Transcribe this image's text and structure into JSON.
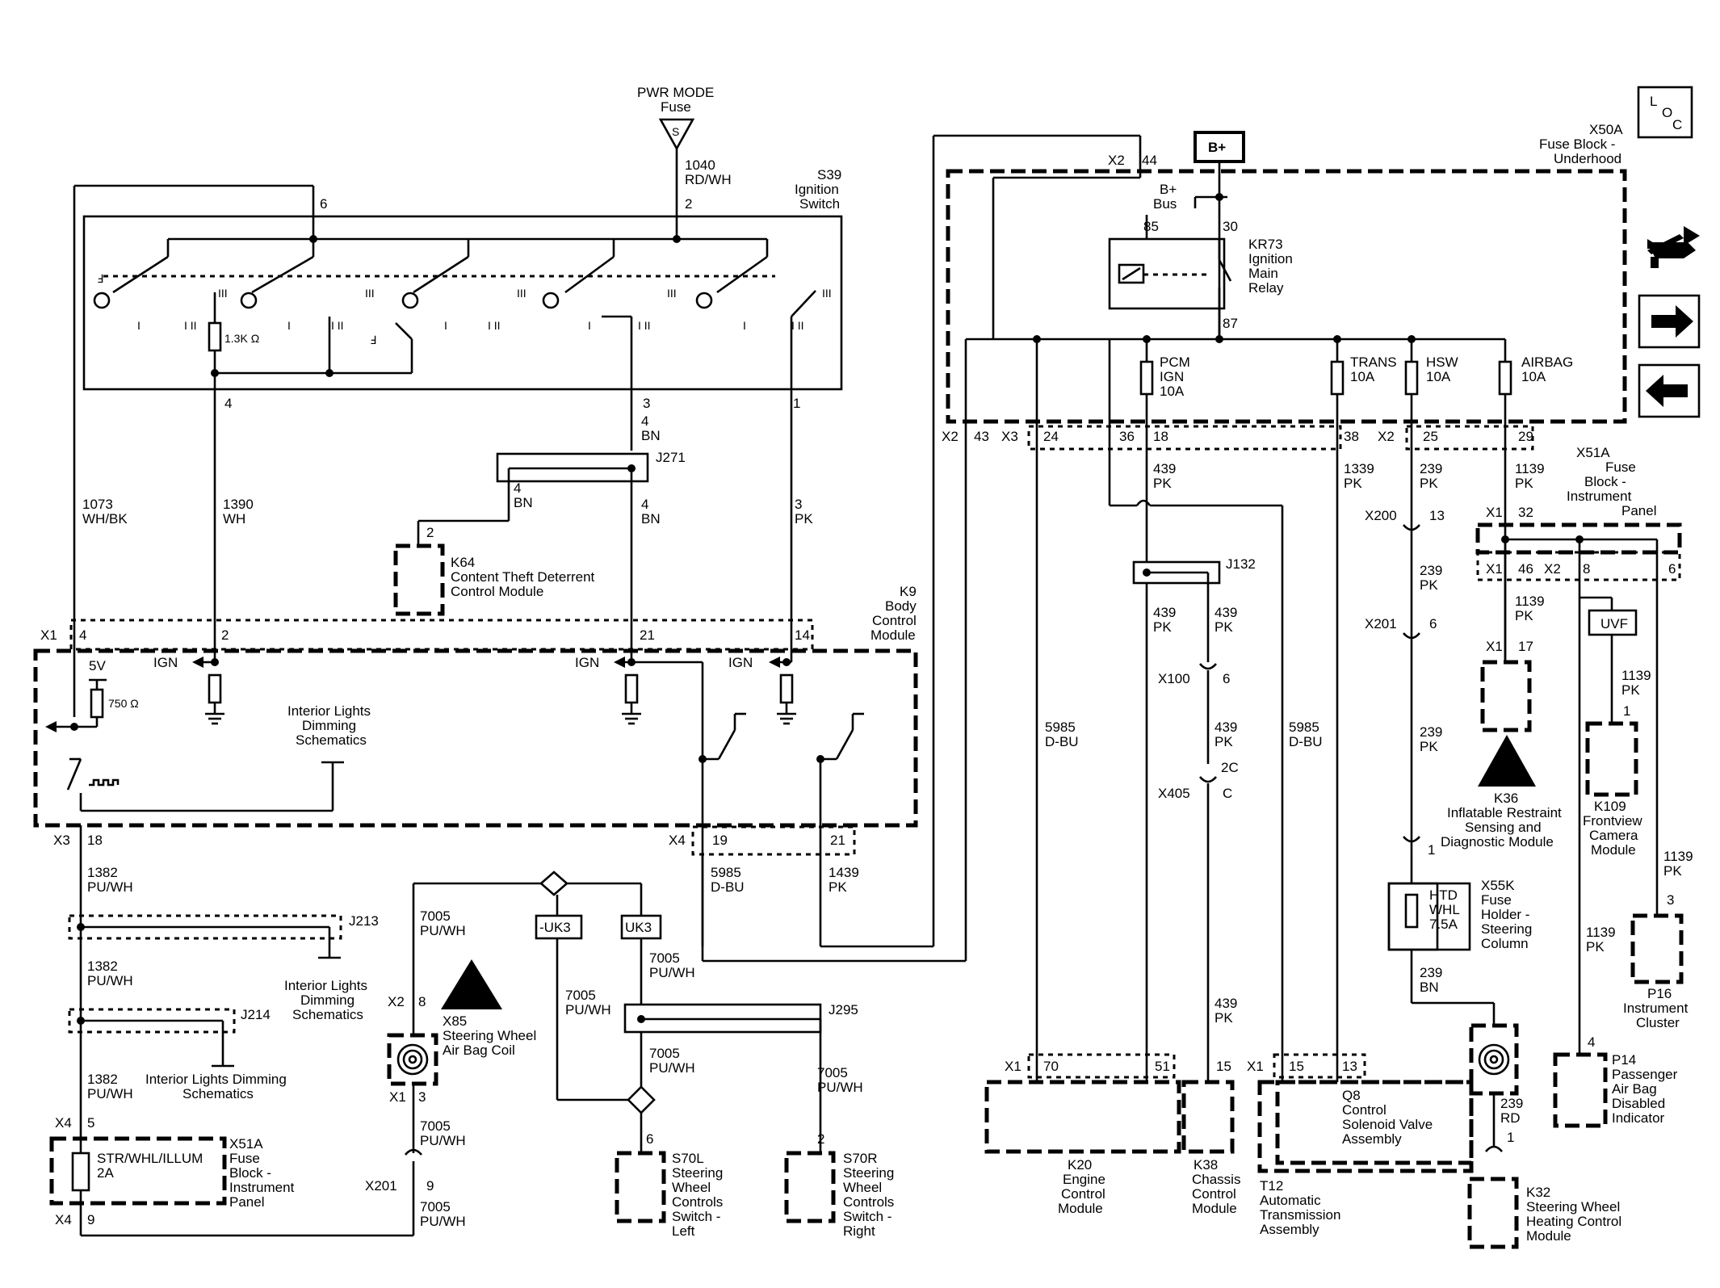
{
  "pwr_mode": {
    "l1": "PWR MODE",
    "l2": "Fuse",
    "sym": "S"
  },
  "s39": {
    "l1": "S39",
    "l2": "Ignition",
    "l3": "Switch",
    "pin6": "6",
    "pin2": "2",
    "pin4": "4",
    "pin3": "3",
    "pin1": "1",
    "res": "1.3K Ω"
  },
  "wires": {
    "w1040a": "1040",
    "w1040b": "RD/WH",
    "w1073a": "1073",
    "w1073b": "WH/BK",
    "w1390a": "1390",
    "w1390b": "WH",
    "w4bn_a": "4",
    "w4bn_b": "BN",
    "w3pk_a": "3",
    "w3pk_b": "PK",
    "w1382a": "1382",
    "w1382b": "PU/WH",
    "w7005a": "7005",
    "w7005b": "PU/WH",
    "w5985a": "5985",
    "w5985b": "D-BU",
    "w1439a": "1439",
    "w1439b": "PK",
    "w439a": "439",
    "w439b": "PK",
    "w1339a": "1339",
    "w1339b": "PK",
    "w239a": "239",
    "w239b": "PK",
    "w1139a": "1139",
    "w1139b": "PK",
    "w239bn_b": "BN",
    "w239rd_b": "RD"
  },
  "j271": "J271",
  "j213": "J213",
  "j214": "J214",
  "j295": "J295",
  "j132": "J132",
  "k64": {
    "l1": "K64",
    "l2": "Content Theft Deterrent",
    "l3": "Control Module",
    "pin": "2"
  },
  "k9": {
    "l1": "K9",
    "l2": "Body",
    "l3": "Control",
    "l4": "Module",
    "x1": "X1",
    "x3": "X3",
    "x4": "X4",
    "p4": "4",
    "p2": "2",
    "p21": "21",
    "p14": "14",
    "p18": "18",
    "p19": "19",
    "p21b": "21",
    "ign": "IGN",
    "v5": "5V",
    "r750": "750 Ω",
    "ild1": "Interior Lights",
    "ild2": "Dimming",
    "ild3": "Schematics"
  },
  "ildim": {
    "a1": "Interior Lights",
    "a2": "Dimming",
    "a3": "Schematics",
    "b1": "Interior Lights Dimming",
    "b2": "Schematics"
  },
  "x85": {
    "l1": "X85",
    "l2": "Steering Wheel",
    "l3": "Air Bag Coil",
    "x2": "X2",
    "p8": "8",
    "x1": "X1",
    "p3": "3"
  },
  "x201": {
    "l": "X201",
    "p": "9"
  },
  "uk3": {
    "neg": "-UK3",
    "pos": "UK3"
  },
  "x51a_low": {
    "l1": "X51A",
    "l2": "Fuse",
    "l3": "Block -",
    "l4": "Instrument",
    "l5": "Panel",
    "fuse1": "STR/WHL/ILLUM",
    "fuse2": "2A",
    "x4": "X4",
    "p5": "5",
    "p9": "9"
  },
  "s70l": {
    "l1": "S70L",
    "l2": "Steering",
    "l3": "Wheel",
    "l4": "Controls",
    "l5": "Switch -",
    "l6": "Left",
    "p": "6"
  },
  "s70r": {
    "l1": "S70R",
    "l2": "Steering",
    "l3": "Wheel",
    "l4": "Controls",
    "l5": "Switch -",
    "l6": "Right",
    "p": "2"
  },
  "x50a": {
    "l1": "X50A",
    "l2": "Fuse Block -",
    "l3": "Underhood",
    "bplus": "B+",
    "bus1": "B+",
    "bus2": "Bus",
    "x2": "X2",
    "p44": "44",
    "x3": "X3",
    "p43": "43",
    "p24": "24",
    "p36": "36",
    "p18": "18",
    "p38": "38",
    "x2b": "X2",
    "p25": "25",
    "p29": "29"
  },
  "kr73": {
    "l1": "KR73",
    "l2": "Ignition",
    "l3": "Main",
    "l4": "Relay",
    "p85": "85",
    "p30": "30",
    "p87": "87"
  },
  "fuses": [
    {
      "name": "PCM",
      "sub": "IGN",
      "amp": "10A"
    },
    {
      "name": "TRANS",
      "amp": "10A"
    },
    {
      "name": "HSW",
      "amp": "10A"
    },
    {
      "name": "AIRBAG",
      "amp": "10A"
    }
  ],
  "x51a_top": {
    "l1": "X51A",
    "l2": "Fuse",
    "l3": "Block -",
    "l4": "Instrument",
    "l5": "Panel",
    "x1": "X1",
    "p32": "32",
    "x1b": "X1",
    "p46": "46",
    "x2": "X2",
    "p8": "8",
    "p6": "6"
  },
  "conn": {
    "x200": "X200",
    "p13": "13",
    "x201": "X201",
    "p6": "6",
    "x100": "X100",
    "p6b": "6",
    "x405": "X405",
    "p2c": "2C",
    "pc": "C",
    "p1": "1",
    "p1b": "1"
  },
  "uvf": "UVF",
  "k36": {
    "l1": "K36",
    "l2": "Inflatable Restraint",
    "l3": "Sensing and",
    "l4": "Diagnostic Module",
    "x1": "X1",
    "p17": "17"
  },
  "k109": {
    "l1": "K109",
    "l2": "Frontview",
    "l3": "Camera",
    "l4": "Module",
    "p1": "1"
  },
  "p16": {
    "l1": "P16",
    "l2": "Instrument",
    "l3": "Cluster",
    "p3": "3"
  },
  "p14": {
    "l1": "P14",
    "l2": "Passenger",
    "l3": "Air Bag",
    "l4": "Disabled",
    "l5": "Indicator",
    "p4": "4"
  },
  "x55k": {
    "l1": "X55K",
    "l2": "Fuse",
    "l3": "Holder -",
    "l4": "Steering",
    "l5": "Column",
    "f1": "HTD",
    "f2": "WHL",
    "f3": "7.5A"
  },
  "k32": {
    "l1": "K32",
    "l2": "Steering Wheel",
    "l3": "Heating Control",
    "l4": "Module"
  },
  "k20": {
    "l1": "K20",
    "l2": "Engine",
    "l3": "Control",
    "l4": "Module",
    "x1": "X1",
    "p70": "70",
    "p51": "51"
  },
  "k38": {
    "l1": "K38",
    "l2": "Chassis",
    "l3": "Control",
    "l4": "Module",
    "p15": "15"
  },
  "t12": {
    "l1": "T12",
    "l2": "Automatic",
    "l3": "Transmission",
    "l4": "Assembly",
    "x1": "X1",
    "p15": "15",
    "p13": "13",
    "q1": "Q8",
    "q2": "Control",
    "q3": "Solenoid Valve",
    "q4": "Assembly"
  },
  "loc": {
    "l": "L",
    "o": "O",
    "c": "C"
  },
  "icons": [
    "connector-arrows-icon",
    "arrow-right-icon",
    "arrow-left-icon"
  ]
}
